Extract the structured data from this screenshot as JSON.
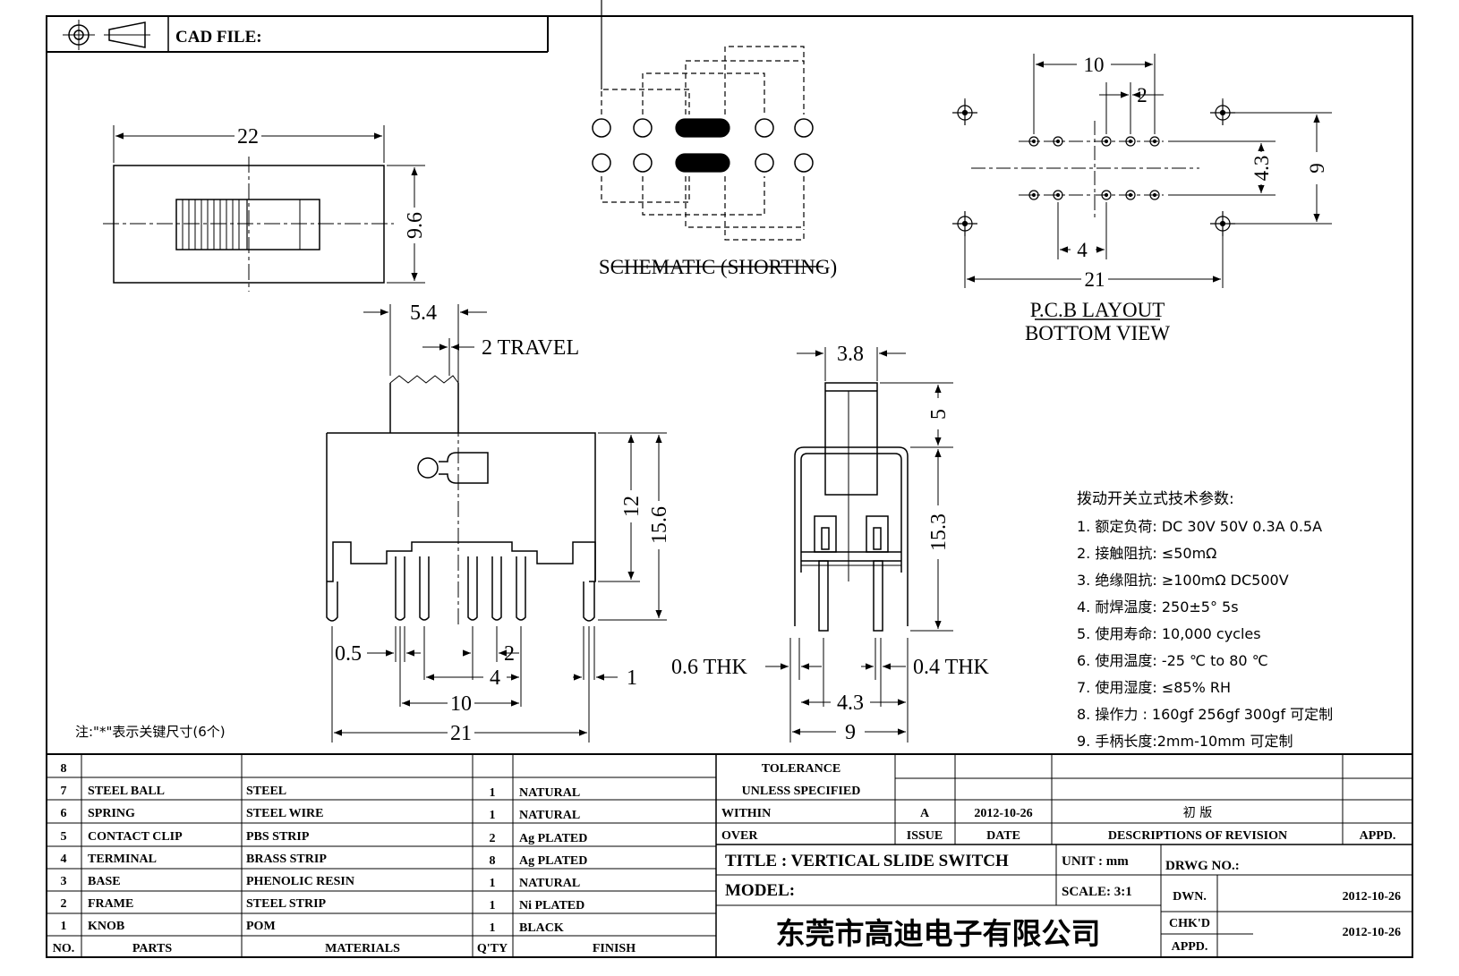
{
  "header": {
    "cad_file_label": "CAD FILE:"
  },
  "top_view": {
    "width_dim": "22",
    "height_dim": "9.6"
  },
  "schematic": {
    "title": "SCHEMATIC (SHORTING)"
  },
  "pcb": {
    "dim_10": "10",
    "dim_2": "2",
    "dim_43": "4.3",
    "dim_9": "9",
    "dim_4": "4",
    "dim_21": "21",
    "title": "P.C.B LAYOUT",
    "subtitle": "BOTTOM VIEW"
  },
  "front_view": {
    "dim_54": "5.4",
    "travel": "2 TRAVEL",
    "dim_12": "12",
    "dim_156": "15.6",
    "dim_05": "0.5",
    "dim_2": "2",
    "dim_4": "4",
    "dim_1": "1",
    "dim_10": "10",
    "dim_21": "21"
  },
  "side_view": {
    "dim_38": "3.8",
    "dim_5": "5",
    "dim_153": "15.3",
    "thk_06": "0.6 THK",
    "thk_04": "0.4 THK",
    "dim_43": "4.3",
    "dim_9": "9"
  },
  "note": "注:\"*\"表示关键尺寸(6个)",
  "specs": {
    "title": "拨动开关立式技术参数:",
    "items": [
      "1.  额定负荷: DC 30V    50V    0.3A    0.5A",
      "2.  接触阻抗: ≤50mΩ",
      "3.  绝缘阻抗: ≥100mΩ   DC500V",
      "4.  耐焊温度: 250±5°  5s",
      "5.  使用寿命: 10,000 cycles",
      "6.  使用温度: -25 ℃  to 80 ℃",
      "7.  使用湿度: ≤85% RH",
      "8.  操作力 : 160gf   256gf   300gf  可定制",
      "9.  手柄长度:2mm-10mm  可定制"
    ]
  },
  "bom": {
    "rows": [
      {
        "no": "8",
        "part": "",
        "material": "",
        "qty": "",
        "finish": ""
      },
      {
        "no": "7",
        "part": "STEEL BALL",
        "material": "STEEL",
        "qty": "1",
        "finish": "NATURAL"
      },
      {
        "no": "6",
        "part": "SPRING",
        "material": "STEEL WIRE",
        "qty": "1",
        "finish": "NATURAL"
      },
      {
        "no": "5",
        "part": "CONTACT CLIP",
        "material": "PBS STRIP",
        "qty": "2",
        "finish": "Ag PLATED"
      },
      {
        "no": "4",
        "part": "TERMINAL",
        "material": "BRASS STRIP",
        "qty": "8",
        "finish": "Ag PLATED"
      },
      {
        "no": "3",
        "part": "BASE",
        "material": "PHENOLIC RESIN",
        "qty": "1",
        "finish": "NATURAL"
      },
      {
        "no": "2",
        "part": "FRAME",
        "material": "STEEL STRIP",
        "qty": "1",
        "finish": "Ni PLATED"
      },
      {
        "no": "1",
        "part": "KNOB",
        "material": "POM",
        "qty": "1",
        "finish": "BLACK"
      }
    ],
    "headers": {
      "no": "NO.",
      "part": "PARTS",
      "material": "MATERIALS",
      "qty": "Q'TY",
      "finish": "FINISH"
    }
  },
  "title_block": {
    "tolerance": "TOLERANCE",
    "unless": "UNLESS   SPECIFIED",
    "within": "WITHIN",
    "over": "OVER",
    "issue_val": "A",
    "date_val": "2012-10-26",
    "desc_val": "初   版",
    "issue": "ISSUE",
    "date": "DATE",
    "desc": "DESCRIPTIONS OF REVISION",
    "appd": "APPD.",
    "title": "TITLE :   VERTICAL  SLIDE  SWITCH",
    "unit": "UNIT :   mm",
    "drwg_no": "DRWG NO.:",
    "model": "MODEL:",
    "scale": "SCALE:   3:1",
    "dwn": "DWN.",
    "dwn_date": "2012-10-26",
    "chkd": "CHK'D",
    "chk_date": "2012-10-26",
    "appd2": "APPD.",
    "company": "东莞市高迪电子有限公司"
  }
}
